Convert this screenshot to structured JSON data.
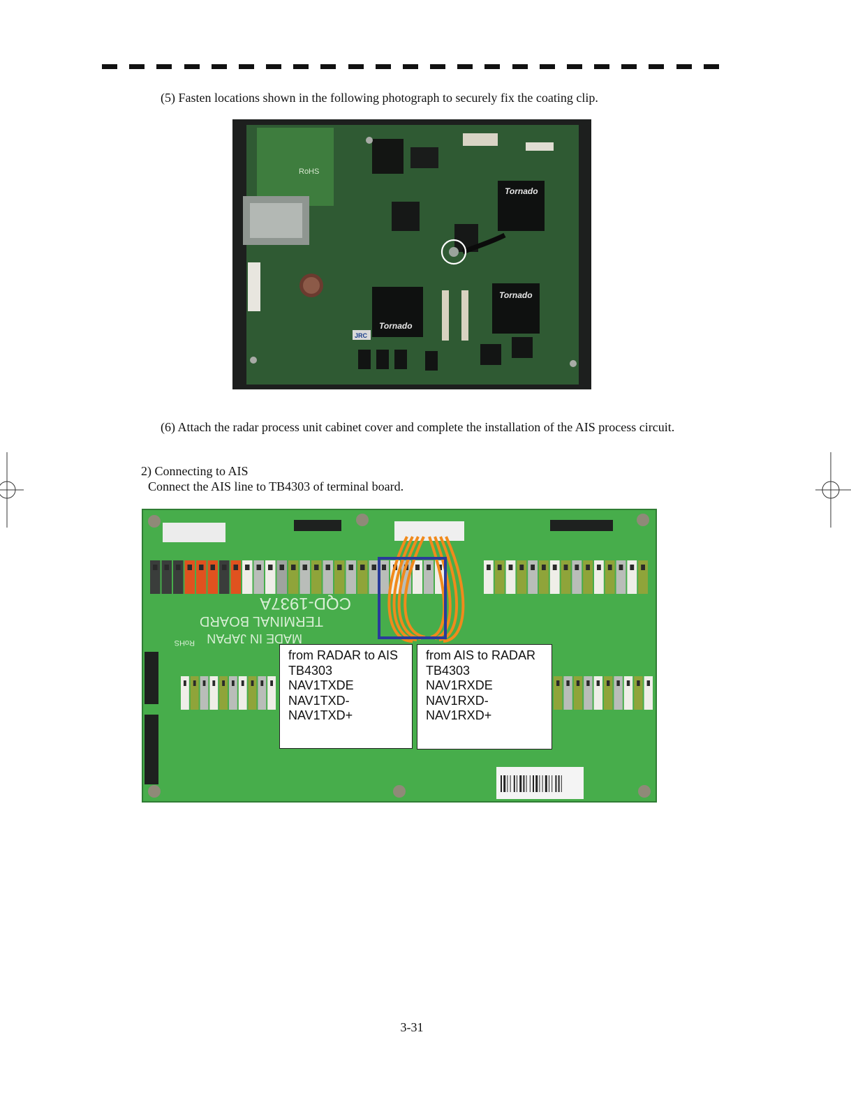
{
  "step5": "(5) Fasten locations shown in the following photograph to securely fix the coating clip.",
  "step6": "(6) Attach the radar process unit cabinet cover and complete the installation of the AIS process circuit.",
  "section2": {
    "heading": "2) Connecting to AIS",
    "instruction": "Connect the AIS line to TB4303 of terminal board."
  },
  "photo1": {
    "chip_labels": [
      "Tornado",
      "Tornado",
      "Tornado"
    ],
    "logo": "JRC",
    "rohs": "RoHS"
  },
  "photo2": {
    "board_text": [
      "MADE IN JAPAN",
      "TERMINAL BOARD",
      "CQD-1937A"
    ],
    "rohs": "RoHS"
  },
  "callout_tx": [
    "from RADAR to AIS",
    "TB4303",
    "NAV1TXDE",
    "NAV1TXD-",
    "NAV1TXD+"
  ],
  "callout_rx": [
    "from AIS to RADAR",
    "TB4303",
    "NAV1RXDE",
    "NAV1RXD-",
    "NAV1RXD+"
  ],
  "page_number": "3-31",
  "colors": {
    "pcb_dark": "#2f5a33",
    "terminal_board": "#4bb34f",
    "highlight_box": "#2a3b9a",
    "wire": "#f08a1c"
  }
}
